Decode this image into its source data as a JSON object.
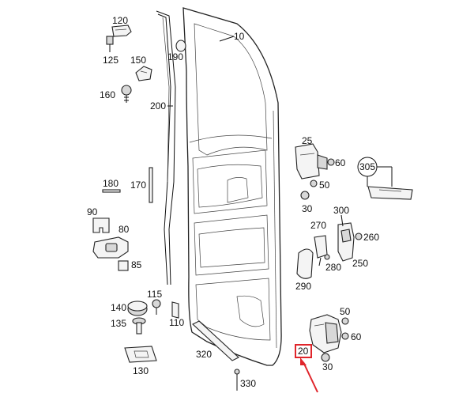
{
  "diagram": {
    "labels": {
      "p10": "10",
      "p20": "20",
      "p25": "25",
      "p30a": "30",
      "p30b": "30",
      "p50a": "50",
      "p50b": "50",
      "p60a": "60",
      "p60b": "60",
      "p80": "80",
      "p85": "85",
      "p90": "90",
      "p110": "110",
      "p115": "115",
      "p120": "120",
      "p125": "125",
      "p130": "130",
      "p135": "135",
      "p140": "140",
      "p150": "150",
      "p160": "160",
      "p170": "170",
      "p180": "180",
      "p190": "190",
      "p200": "200",
      "p250": "250",
      "p260": "260",
      "p270": "270",
      "p280": "280",
      "p290": "290",
      "p300": "300",
      "p305": "305",
      "p320": "320",
      "p330": "330"
    },
    "highlight": {
      "part": "20",
      "color": "#e0252b"
    }
  }
}
